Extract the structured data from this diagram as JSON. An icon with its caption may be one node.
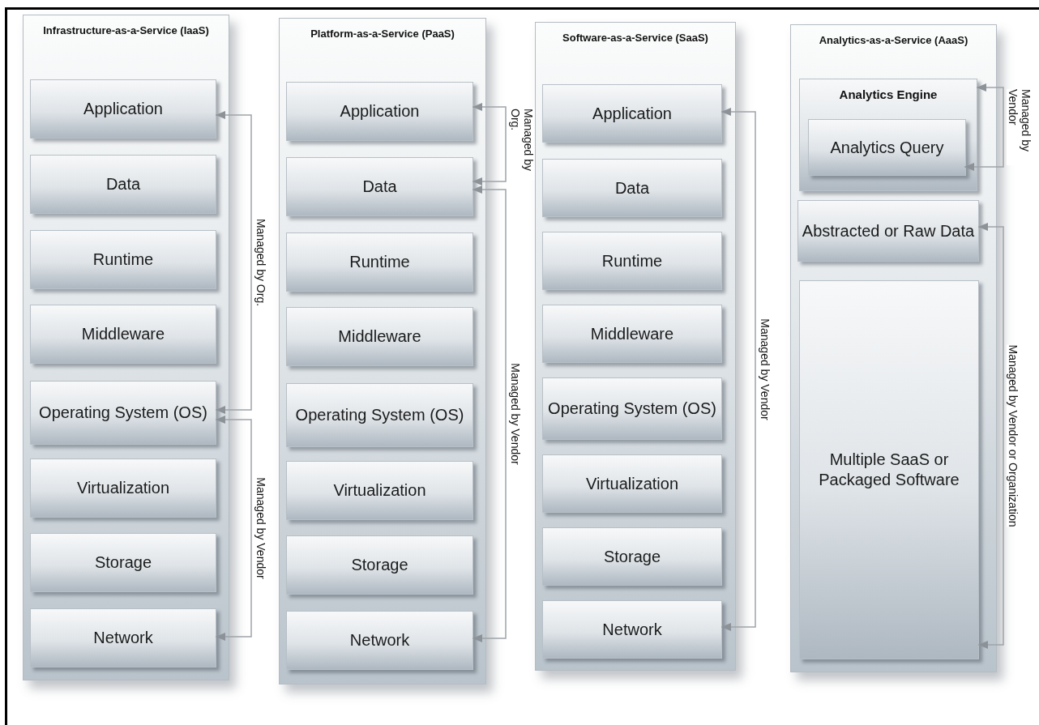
{
  "diagram": {
    "nodes": [
      {
        "text": [
          "Infrastructure-as-a-Service (IaaS)"
        ]
      },
      {
        "text": [
          "Application"
        ],
        "in": 0
      },
      {
        "text": [
          "Data"
        ],
        "in": 0
      },
      {
        "text": [
          "Runtime"
        ],
        "in": 0
      },
      {
        "text": [
          "Middleware"
        ],
        "in": 0
      },
      {
        "text": [
          "Operating System (OS)"
        ],
        "in": 0
      },
      {
        "text": [
          "Virtualization"
        ],
        "in": 0
      },
      {
        "text": [
          "Storage"
        ],
        "in": 0
      },
      {
        "text": [
          "Network"
        ],
        "in": 0
      },
      {
        "text": [
          "Platform-as-a-Service (PaaS)"
        ]
      },
      {
        "text": [
          "Application"
        ],
        "in": 9
      },
      {
        "text": [
          "Data"
        ],
        "in": 9
      },
      {
        "text": [
          "Runtime"
        ],
        "in": 9
      },
      {
        "text": [
          "Middleware"
        ],
        "in": 9
      },
      {
        "text": [
          "Operating System (OS)"
        ],
        "in": 9
      },
      {
        "text": [
          "Virtualization"
        ],
        "in": 9
      },
      {
        "text": [
          "Storage"
        ],
        "in": 9
      },
      {
        "text": [
          "Network"
        ],
        "in": 9
      },
      {
        "text": [
          "Software-as-a-Service (SaaS)"
        ]
      },
      {
        "text": [
          "Application"
        ],
        "in": 18
      },
      {
        "text": [
          "Data"
        ],
        "in": 18
      },
      {
        "text": [
          "Runtime"
        ],
        "in": 18
      },
      {
        "text": [
          "Middleware"
        ],
        "in": 18
      },
      {
        "text": [
          "Operating System (OS)"
        ],
        "in": 18
      },
      {
        "text": [
          "Virtualization"
        ],
        "in": 18
      },
      {
        "text": [
          "Storage"
        ],
        "in": 18
      },
      {
        "text": [
          "Network"
        ],
        "in": 18
      },
      {
        "text": [
          "Analytics-as-a-Service (AaaS)"
        ]
      },
      {
        "text": [
          "Analytics Engine"
        ],
        "in": 27
      },
      {
        "text": [
          "Analytics Query"
        ],
        "in": 28
      },
      {
        "text": [
          "Abstracted or Raw Data"
        ],
        "in": 27
      },
      {
        "text": [
          "Multiple SaaS or Packaged Software"
        ],
        "in": 27
      }
    ],
    "edges": [
      {
        "from": 1,
        "to": 5,
        "arrow": "both",
        "label": "Managed by Org."
      },
      {
        "from": 5,
        "to": 8,
        "arrow": "both",
        "label": "Managed by Vendor"
      },
      {
        "from": 10,
        "to": 11,
        "arrow": "both",
        "label": "Managed by Org."
      },
      {
        "from": 11,
        "to": 17,
        "arrow": "both",
        "label": "Managed by Vendor"
      },
      {
        "from": 19,
        "to": 26,
        "arrow": "both",
        "label": "Managed by Vendor"
      },
      {
        "from": 28,
        "to": 29,
        "arrow": "both",
        "label": "Managed by Vendor"
      },
      {
        "from": 30,
        "to": 31,
        "arrow": "both",
        "label": "Managed by Vendor or Organization"
      }
    ]
  }
}
